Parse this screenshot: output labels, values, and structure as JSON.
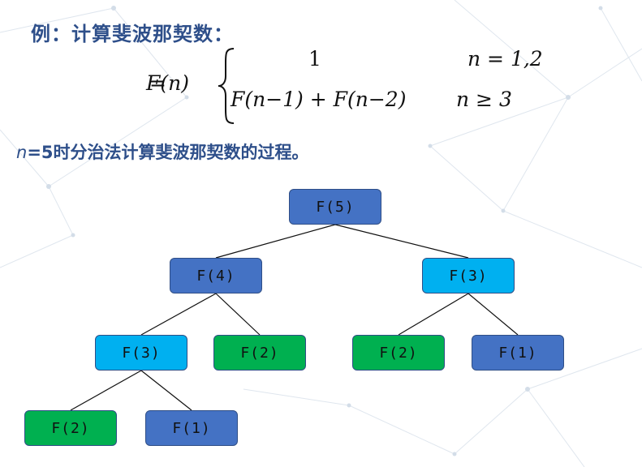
{
  "heading": "例：计算斐波那契数：",
  "formula": {
    "lhs": "F(n)",
    "eq": "=",
    "case1_value": "1",
    "case1_condition": "n = 1,2",
    "case2_value": "F(n−1) + F(n−2)",
    "case2_condition": "n ≥ 3"
  },
  "subheading": {
    "variable": "n",
    "text": "=5时分治法计算斐波那契数的过程。"
  },
  "tree": {
    "colors": {
      "blue": "#4472c4",
      "cyan": "#00b0f0",
      "green": "#00b050"
    },
    "nodes": [
      {
        "id": "n5",
        "label": "F(5)",
        "color": "blue"
      },
      {
        "id": "n4",
        "label": "F(4)",
        "color": "blue"
      },
      {
        "id": "n3r",
        "label": "F(3)",
        "color": "cyan"
      },
      {
        "id": "n3l",
        "label": "F(3)",
        "color": "cyan"
      },
      {
        "id": "n2a",
        "label": "F(2)",
        "color": "green"
      },
      {
        "id": "n2b",
        "label": "F(2)",
        "color": "green"
      },
      {
        "id": "n1a",
        "label": "F(1)",
        "color": "blue"
      },
      {
        "id": "n2c",
        "label": "F(2)",
        "color": "green"
      },
      {
        "id": "n1b",
        "label": "F(1)",
        "color": "blue"
      }
    ],
    "edges": [
      [
        "n5",
        "n4"
      ],
      [
        "n5",
        "n3r"
      ],
      [
        "n4",
        "n3l"
      ],
      [
        "n4",
        "n2a"
      ],
      [
        "n3r",
        "n2b"
      ],
      [
        "n3r",
        "n1a"
      ],
      [
        "n3l",
        "n2c"
      ],
      [
        "n3l",
        "n1b"
      ]
    ]
  }
}
